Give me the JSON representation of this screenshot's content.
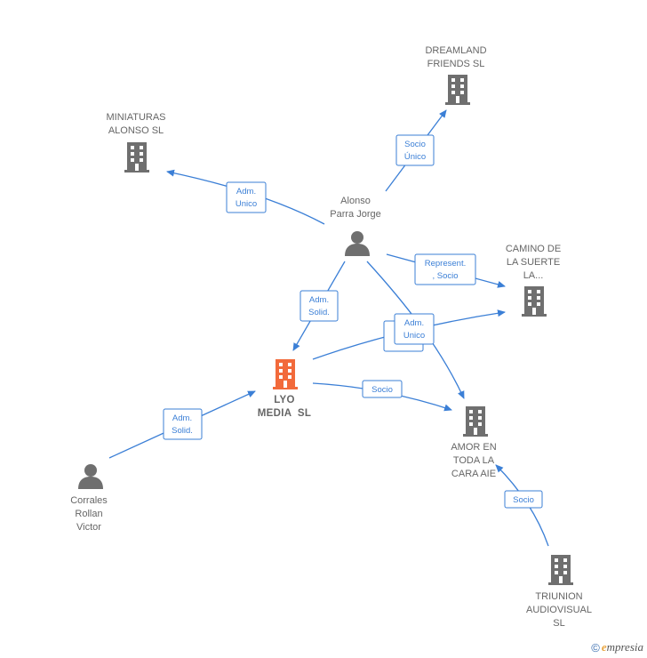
{
  "colors": {
    "edge": "#3b7fd6",
    "node": "#6f6f6f",
    "focus": "#f26a3b"
  },
  "nodes": [
    {
      "id": "dreamland",
      "type": "company",
      "lines": [
        "DREAMLAND",
        "FRIENDS SL"
      ]
    },
    {
      "id": "miniaturas",
      "type": "company",
      "lines": [
        "MINIATURAS",
        "ALONSO SL"
      ]
    },
    {
      "id": "alonso",
      "type": "person",
      "lines": [
        "Alonso",
        "Parra Jorge"
      ]
    },
    {
      "id": "camino",
      "type": "company",
      "lines": [
        "CAMINO DE",
        "LA SUERTE",
        "LA..."
      ]
    },
    {
      "id": "lyo",
      "type": "company",
      "focus": true,
      "lines": [
        "LYO",
        "MEDIA  SL"
      ]
    },
    {
      "id": "amor",
      "type": "company",
      "lines": [
        "AMOR EN",
        "TODA LA",
        "CARA AIE"
      ]
    },
    {
      "id": "corrales",
      "type": "person",
      "lines": [
        "Corrales",
        "Rollan",
        "Victor"
      ]
    },
    {
      "id": "triunion",
      "type": "company",
      "lines": [
        "TRIUNION",
        "AUDIOVISUAL",
        "SL"
      ]
    }
  ],
  "edges": [
    {
      "id": "alonso-dreamland",
      "lines": [
        "Socio",
        "Único"
      ]
    },
    {
      "id": "alonso-miniaturas",
      "lines": [
        "Adm.",
        "Unico"
      ]
    },
    {
      "id": "alonso-camino",
      "lines": [
        "Represent.",
        ", Socio"
      ]
    },
    {
      "id": "alonso-lyo",
      "lines": [
        "Adm.",
        "Solid."
      ]
    },
    {
      "id": "lyo-camino",
      "lines": [
        "Adm.",
        "Unico"
      ]
    },
    {
      "id": "lyo-amor",
      "lines": [
        "Socio"
      ]
    },
    {
      "id": "corrales-lyo",
      "lines": [
        "Adm.",
        "Solid."
      ]
    },
    {
      "id": "triunion-amor",
      "lines": [
        "Socio"
      ]
    }
  ],
  "credit": {
    "symbol": "©",
    "brand_initial": "e",
    "brand_rest": "mpresia"
  }
}
